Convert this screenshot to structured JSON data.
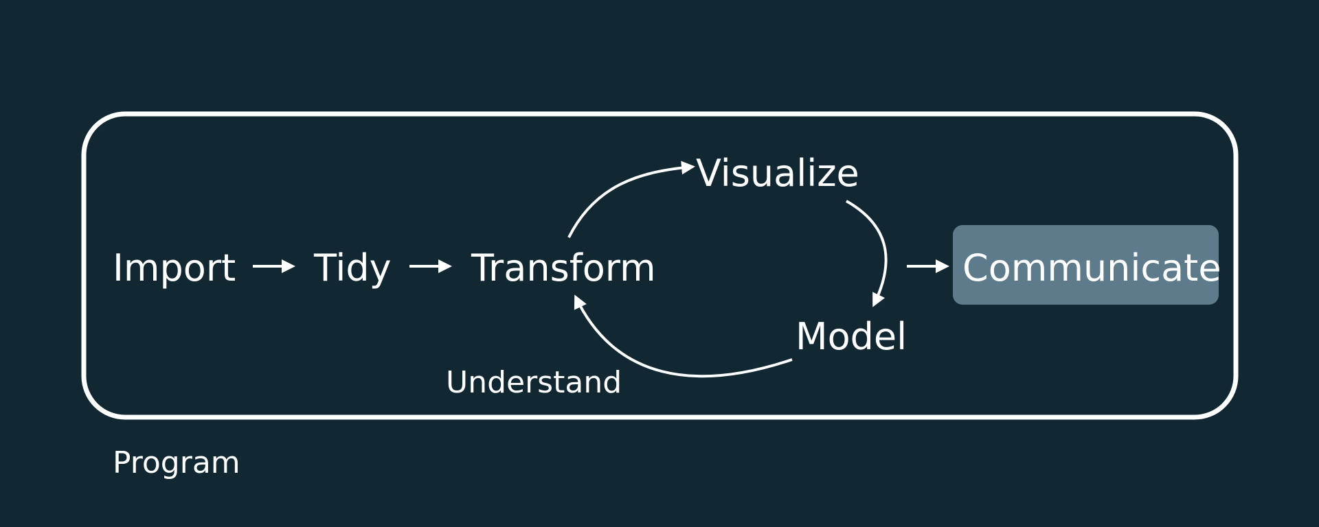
{
  "diagram": {
    "nodes": {
      "import": "Import",
      "tidy": "Tidy",
      "transform": "Transform",
      "visualize": "Visualize",
      "model": "Model",
      "communicate": "Communicate"
    },
    "understand_label": "Understand",
    "program_label": "Program",
    "colors": {
      "background": "#112833",
      "stroke": "#ffffff",
      "communicate_fill": "#5d7b8a"
    }
  }
}
